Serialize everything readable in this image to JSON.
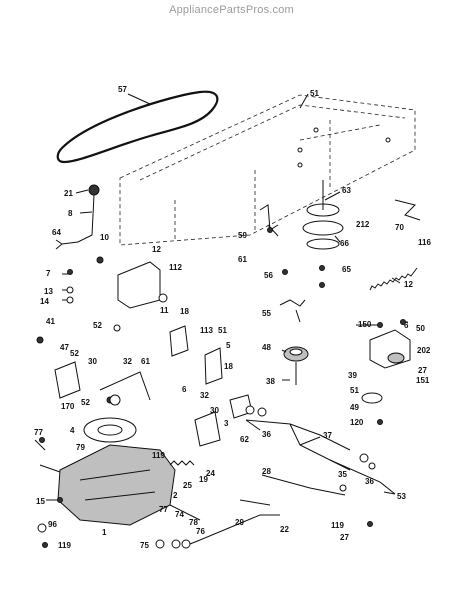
{
  "watermark": "AppliancePartsPros.com",
  "callouts": [
    "57",
    "51",
    "63",
    "21",
    "8",
    "59",
    "212",
    "70",
    "116",
    "66",
    "61",
    "56",
    "65",
    "64",
    "10",
    "12",
    "7",
    "13",
    "14",
    "112",
    "12",
    "55",
    "41",
    "52",
    "11",
    "18",
    "113",
    "51",
    "5",
    "18",
    "6",
    "150",
    "50",
    "202",
    "48",
    "38",
    "39",
    "27",
    "151",
    "51",
    "49",
    "47",
    "52",
    "30",
    "32",
    "170",
    "61",
    "6",
    "32",
    "30",
    "52",
    "4",
    "3",
    "62",
    "36",
    "37",
    "120",
    "77",
    "79",
    "119",
    "24",
    "19",
    "25",
    "2",
    "28",
    "35",
    "36",
    "53",
    "15",
    "96",
    "1",
    "77",
    "74",
    "78",
    "76",
    "75",
    "29",
    "22",
    "119",
    "27",
    "119"
  ]
}
